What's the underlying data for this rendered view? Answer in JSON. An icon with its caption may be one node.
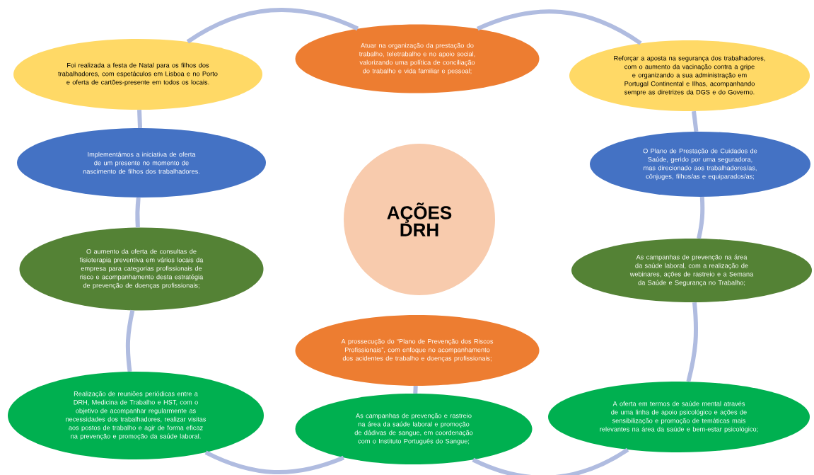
{
  "diagram": {
    "nodes": [
      {
        "text": [
          "Foi realizada a festa de Natal para os filhos dos trabalhadores, com espetáculos em Lisboa e no Porto e oferta de cartões-presente em todos os locais."
        ]
      },
      {
        "text": [
          "Atuar na organização da prestação do trabalho, teletrabalho e no apoio social, valorizando uma política de conciliação do trabalho e vida familiar e pessoal;"
        ]
      },
      {
        "text": [
          "Reforçar a aposta na segurança dos trabalhadores, com o aumento da vacinação contra a gripe e organizando a sua administração em Portugal Continental e Ilhas, acompanhando sempre as diretrizes da DGS e do Governo."
        ]
      },
      {
        "text": [
          "Implementámos a iniciativa de oferta de um presente no momento de nascimento de filhos dos trabalhadores."
        ]
      },
      {
        "text": [
          "AÇÕES DRH"
        ]
      },
      {
        "text": [
          "O Plano de Prestação de Cuidados de Saúde, gerido por uma seguradora, mas direcionado aos trabalhadores/as, cônjuges, filhos/as e equiparados/as;"
        ]
      },
      {
        "text": [
          "O aumento da oferta de consultas de fisioterapia preventiva em vários locais da empresa para categorias profissionais de risco e acompanhamento desta estratégia de prevenção de doenças profissionais;"
        ]
      },
      {
        "text": [
          "As campanhas de prevenção na área da saúde laboral, com a realização de webinares, ações de rastreio e a Semana da Saúde e Segurança no Trabalho;"
        ]
      },
      {
        "text": [
          "A prossecução do “Plano de Prevenção dos Riscos Profissionais”, com enfoque no acompanhamento dos acidentes de trabalho e doenças profissionais;"
        ]
      },
      {
        "text": [
          "Realização de reuniões periódicas entre a DRH, Medicina de Trabalho e HST, com o objetivo de acompanhar regularmente as necessidades dos trabalhadores, realizar visitas aos postos de trabalho e agir de forma eficaz na prevenção e promoção da saúde laboral."
        ]
      },
      {
        "text": [
          "As campanhas de prevenção e rastreio na área da saúde laboral e promoção de dádivas de sangue, em coordenação com o Instituto Português do Sangue;"
        ]
      },
      {
        "text": [
          "A oferta em termos de saúde mental através de uma linha de apoio psicológico e ações de sensibilização e promoção de temáticas mais relevantes na área da saúde e bem-estar psicológico;"
        ]
      }
    ],
    "edges": [
      {
        "from": 0,
        "to": 1,
        "arrow": "none"
      },
      {
        "from": 1,
        "to": 2,
        "arrow": "none"
      },
      {
        "from": 2,
        "to": 5,
        "arrow": "none"
      },
      {
        "from": 5,
        "to": 7,
        "arrow": "none"
      },
      {
        "from": 7,
        "to": 11,
        "arrow": "none"
      },
      {
        "from": 11,
        "to": 10,
        "arrow": "none"
      },
      {
        "from": 10,
        "to": 9,
        "arrow": "none"
      },
      {
        "from": 8,
        "to": 10,
        "arrow": "none"
      },
      {
        "from": 9,
        "to": 6,
        "arrow": "none"
      },
      {
        "from": 6,
        "to": 3,
        "arrow": "none"
      },
      {
        "from": 3,
        "to": 0,
        "arrow": "none"
      }
    ]
  }
}
